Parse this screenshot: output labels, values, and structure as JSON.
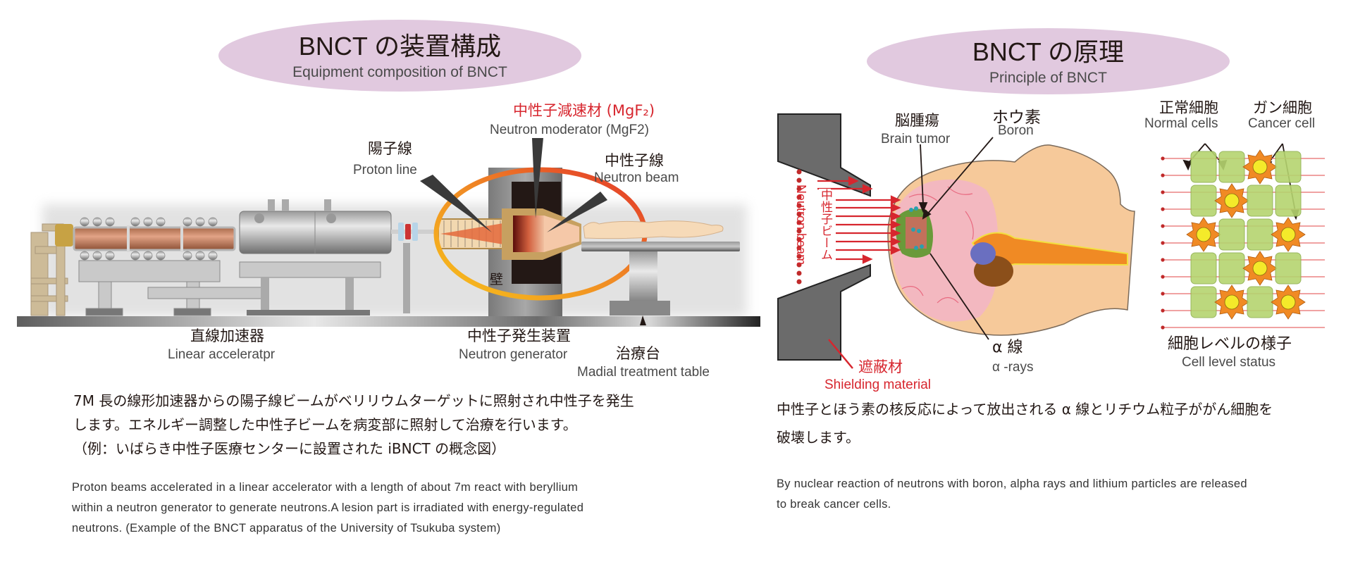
{
  "left_panel": {
    "header": {
      "title": "BNCT の装置構成",
      "subtitle": "Equipment composition of BNCT"
    },
    "labels": {
      "moderator": {
        "jp": "中性子減速材 (MgF₂)",
        "en": "Neutron moderator (MgF2)"
      },
      "proton_line": {
        "jp": "陽子線",
        "en": "Proton line"
      },
      "neutron_beam": {
        "jp": "中性子線",
        "en": "Neutron beam"
      },
      "wall": {
        "jp": "壁"
      },
      "linear_accelerator": {
        "jp": "直線加速器",
        "en": "Linear  acceleratpr"
      },
      "neutron_generator": {
        "jp": "中性子発生装置",
        "en": "Neutron generator"
      },
      "treatment_table": {
        "jp": "治療台",
        "en": "Madial treatment table"
      }
    },
    "description_jp": [
      "7M 長の線形加速器からの陽子線ビームがベリリウムターゲットに照射され中性子を発生",
      "します。エネルギー調整した中性子ビームを病変部に照射して治療を行います。",
      "（例：いばらき中性子医療センターに設置された iBNCT の概念図）"
    ],
    "description_en": [
      "Proton beams accelerated in a linear accelerator with a length of about 7m react with beryllium",
      "within a neutron generator to generate neutrons.A lesion part is irradiated with energy-regulated",
      "neutrons.  (Example of the BNCT apparatus of the University of Tsukuba system)"
    ]
  },
  "right_panel": {
    "header": {
      "title": "BNCT の原理",
      "subtitle": "Principle of BNCT"
    },
    "labels": {
      "brain_tumor": {
        "jp": "脳腫瘍",
        "en": "Brain tumor"
      },
      "boron": {
        "jp": "ホウ素",
        "en": "Boron"
      },
      "neutron_beam_vertical": {
        "jp": "中性子ビーム",
        "en": "Neutron beam"
      },
      "alpha_rays": {
        "jp": "α 線",
        "en": "α -rays"
      },
      "shielding": {
        "jp": "遮蔽材",
        "en": "Shielding material"
      },
      "normal_cells": {
        "jp": "正常細胞",
        "en": "Normal cells"
      },
      "cancer_cell": {
        "jp": "ガン細胞",
        "en": "Cancer cell"
      },
      "cell_level": {
        "jp": "細胞レベルの様子",
        "en": "Cell level status"
      }
    },
    "cell_grid": [
      [
        "normal",
        "normal",
        "cancer",
        "normal"
      ],
      [
        "normal",
        "cancer",
        "normal",
        "normal"
      ],
      [
        "cancer",
        "normal",
        "normal",
        "cancer"
      ],
      [
        "normal",
        "normal",
        "cancer",
        "normal"
      ],
      [
        "normal",
        "cancer",
        "normal",
        "cancer"
      ]
    ],
    "description_jp": [
      "中性子とほう素の核反応によって放出される α 線とリチウム粒子ががん細胞を",
      "破壊します。"
    ],
    "description_en": [
      "By nuclear reaction of neutrons with boron, alpha rays and lithium particles are released",
      "to break cancer cells."
    ]
  },
  "colors": {
    "header_ellipse": "#e1c9df",
    "accent_red": "#d7262e",
    "normal_cell": "#b5d46f",
    "cancer_cell": "#f08a24",
    "brain_skin": "#f6c99a",
    "brain_pink": "#f3b8c0",
    "shield_gray": "#6b6b6b"
  }
}
